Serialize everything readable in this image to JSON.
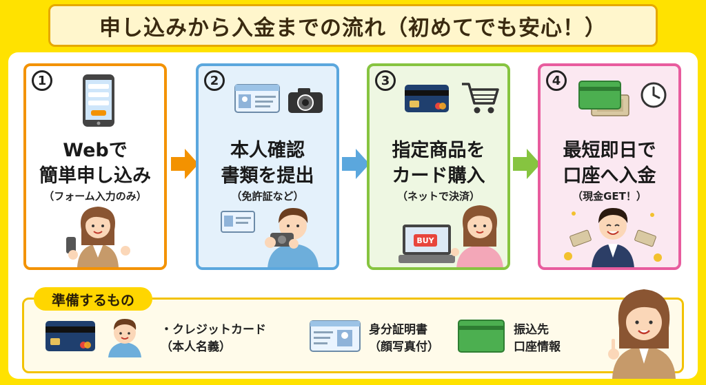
{
  "title": "申し込みから入金までの流れ（初めてでも安心！）",
  "steps": [
    {
      "number": "1",
      "line1": "Webで",
      "line2": "簡単申し込み",
      "sub": "（フォーム入力のみ）",
      "border_color": "#F39200",
      "bg_color": "#FFFFFF"
    },
    {
      "number": "2",
      "line1": "本人確認",
      "line2": "書類を提出",
      "sub": "（免許証など）",
      "border_color": "#5BA7DD",
      "bg_color": "#E4F1FB"
    },
    {
      "number": "3",
      "line1": "指定商品を",
      "line2": "カード購入",
      "sub": "（ネットで決済）",
      "border_color": "#86C440",
      "bg_color": "#EEF7E2"
    },
    {
      "number": "4",
      "line1": "最短即日で",
      "line2": "口座へ入金",
      "sub": "（現金GET！）",
      "border_color": "#E85C9E",
      "bg_color": "#FBE8F1"
    }
  ],
  "arrows": [
    {
      "color": "#F39200"
    },
    {
      "color": "#5BA7DD"
    },
    {
      "color": "#86C440"
    }
  ],
  "laptop_button": "BUY",
  "preparation": {
    "label": "準備するもの",
    "items": [
      {
        "line1": "・クレジットカード",
        "line2": "（本人名義）"
      },
      {
        "line1": "身分証明書",
        "line2": "（顔写真付）"
      },
      {
        "line1": "振込先",
        "line2": "口座情報"
      }
    ]
  }
}
